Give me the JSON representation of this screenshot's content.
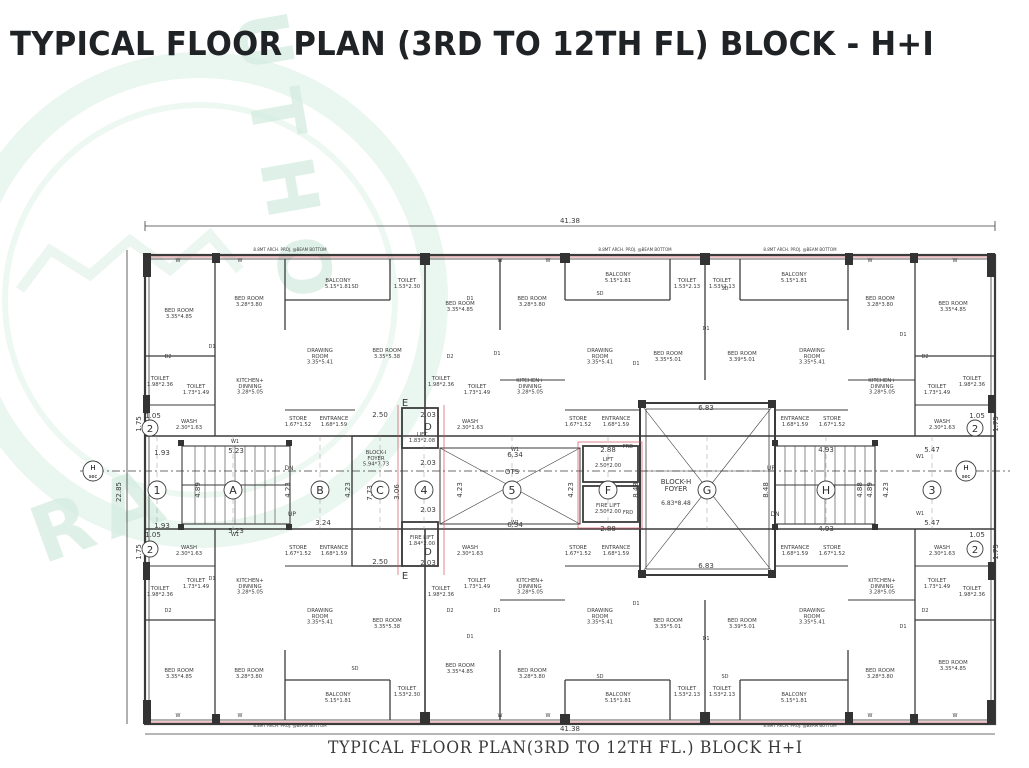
{
  "header": {
    "title": "TYPICAL FLOOR PLAN (3RD TO 12TH FL) BLOCK - H+I"
  },
  "plan": {
    "caption": "TYPICAL FLOOR PLAN(3RD TO  12TH FL.) BLOCK H+I",
    "overall_width": "41.38",
    "overall_depth": "22.85",
    "beam_note": "8.8MT ARCH. PROJ. @BEAM BOTTOM",
    "section_mark": "H",
    "section_sub": "sec",
    "grid_columns": [
      "1",
      "A",
      "B",
      "C",
      "4",
      "5",
      "F",
      "G",
      "H",
      "3"
    ],
    "grid_rows": [
      "1",
      "2",
      "2"
    ],
    "rooms": {
      "balcony": "BALCONY",
      "balcony_size": "5.15*1.81",
      "toilet": "TOILET",
      "bed_room": "BED ROOM",
      "drawing_room": "DRAWING\nROOM",
      "kitchen_dining": "KITCHEN+\nDINNING",
      "store": "STORE",
      "entrance": "ENTRANCE",
      "wash": "WASH",
      "lift": "LIFT",
      "fire_lift": "FIRE LIFT",
      "block_i_foyer": "BLOCK-I\nFOYER",
      "block_h_foyer": "BLOCK-H\nFOYER",
      "ots": "OTS",
      "up": "UP",
      "dn": "DN"
    },
    "sizes": {
      "bed_main": "3.35*4.85",
      "bed_second": "3.28*3.80",
      "bed_center": "3.35*5.38",
      "bed_center_b": "3.35*5.01",
      "bed_center_c": "3.39*5.01",
      "drawing": "3.35*5.41",
      "kitchen": "3.28*5.05",
      "toilet_a": "1.53*2.30",
      "toilet_b": "1.53*2.13",
      "toilet_c": "1.98*2.36",
      "toilet_d": "1.73*1.49",
      "store": "1.67*1.52",
      "entrance": "1.68*1.59",
      "wash": "2.30*1.63",
      "lift_size": "1.83*2.08",
      "fire_lift_size": "1.84*2.00",
      "lift_h": "2.50*2.00",
      "fire_lift_h": "2.50*2.00",
      "foyer_i": "5.94*7.73",
      "foyer_h": "6.83*8.48"
    },
    "dims": {
      "d105": "1.05",
      "d175": "1.75",
      "d193": "1.93",
      "d523": "5.23",
      "d489": "4.89",
      "d423": "4.23",
      "d324": "3.24",
      "d250": "2.50",
      "d203": "2.03",
      "d773": "7.73",
      "d306": "3.06",
      "d634": "6.34",
      "d288": "2.88",
      "d683": "6.83",
      "d848": "8.48",
      "d493": "4.93",
      "d547": "5.47",
      "d488": "4.88"
    },
    "labels": {
      "d_label": "D",
      "e_label": "E",
      "d1": "D1",
      "d2": "D2",
      "w": "W",
      "w1": "W1",
      "sd": "SD",
      "frd": "FRD"
    }
  }
}
